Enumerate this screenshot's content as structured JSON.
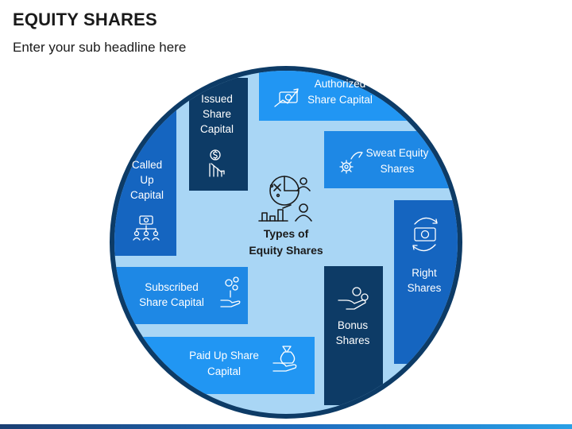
{
  "header": {
    "title": "EQUITY SHARES",
    "subtitle": "Enter your sub headline here"
  },
  "center": {
    "line1": "Types of",
    "line2": "Equity Shares",
    "icon": "analytics-people-icon"
  },
  "segments": [
    {
      "line1": "Authorized",
      "line2": "Share Capital",
      "icon": "growth-money-icon",
      "color": "#2196f3"
    },
    {
      "line1": "Sweat Equity",
      "line2": "Shares",
      "icon": "gear-hand-icon",
      "color": "#1e88e5"
    },
    {
      "line1": "Right",
      "line2": "Shares",
      "icon": "money-cycle-icon",
      "color": "#1565c0"
    },
    {
      "line1": "Bonus",
      "line2": "Shares",
      "icon": "hand-coins-icon",
      "color": "#0d3b66"
    },
    {
      "line1": "Paid Up Share",
      "line2": "Capital",
      "icon": "hand-moneybag-icon",
      "color": "#2196f3"
    },
    {
      "line1": "Subscribed",
      "line2": "Share Capital",
      "icon": "hand-plant-icon",
      "color": "#1e88e5"
    },
    {
      "line1": "Called",
      "line2": "Up",
      "line3": "Capital",
      "icon": "money-network-icon",
      "color": "#1565c0"
    },
    {
      "line1": "Issued",
      "line2": "Share",
      "line3": "Capital",
      "icon": "dollar-chart-icon",
      "color": "#0d3b66"
    }
  ],
  "colors": {
    "outer_ring": "#0d3b66",
    "circle_fill": "#a9d6f5",
    "inner_fill": "#ffffff"
  }
}
